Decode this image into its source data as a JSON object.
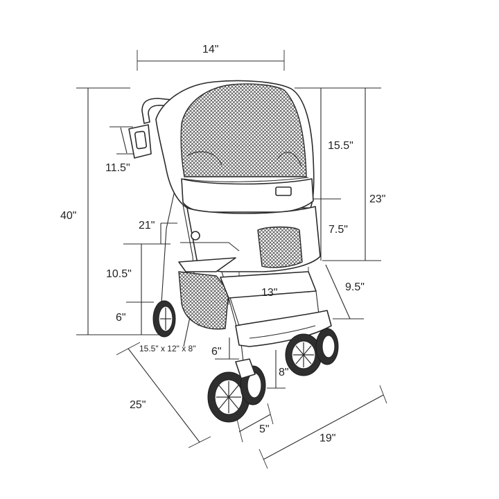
{
  "dimensions": {
    "overall_width": "14\"",
    "handle_height": "11.5\"",
    "overall_height": "40\"",
    "handle_reach": "21\"",
    "cabin_to_basket": "10.5\"",
    "ground_clearance_rear": "6\"",
    "basket_size": "15.5\" x 12\" x 8\"",
    "canopy_height": "15.5\"",
    "cabin_height_total": "23\"",
    "cabin_lower": "7.5\"",
    "cabin_width": "13\"",
    "cabin_depth": "9.5\"",
    "ground_clearance_front": "6\"",
    "front_wheel_height": "8\"",
    "wheel_width": "5\"",
    "overall_length": "25\"",
    "overall_depth": "19\""
  }
}
